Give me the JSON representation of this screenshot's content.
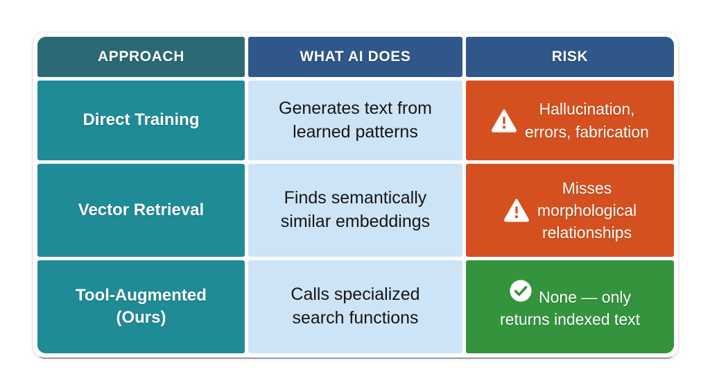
{
  "colors": {
    "header_teal": "#2b6a75",
    "header_blue": "#2f578a",
    "approach_teal": "#1f8b97",
    "action_light_blue": "#cde4f6",
    "risk_red": "#d5501f",
    "risk_green": "#34943d",
    "text_on_dark": "#ffffff",
    "text_on_light": "#151515"
  },
  "table": {
    "headers": [
      {
        "id": "approach",
        "label": "APPROACH"
      },
      {
        "id": "what_ai_does",
        "label": "WHAT AI DOES"
      },
      {
        "id": "risk",
        "label": "RISK"
      }
    ],
    "rows": [
      {
        "approach": "Direct Training",
        "what_ai_does": "Generates text from\nlearned patterns",
        "risk": {
          "status": "warning",
          "icon": "warning-triangle-icon",
          "text": "Hallucination,\nerrors, fabrication"
        }
      },
      {
        "approach": "Vector Retrieval",
        "what_ai_does": "Finds semantically\nsimilar embeddings",
        "risk": {
          "status": "warning",
          "icon": "warning-triangle-icon",
          "text": "Misses\nmorphological\nrelationships"
        }
      },
      {
        "approach": "Tool-Augmented\n(Ours)",
        "what_ai_does": "Calls specialized\nsearch functions",
        "risk": {
          "status": "ok",
          "icon": "check-circle-icon",
          "text": "None — only\nreturns indexed text"
        }
      }
    ]
  }
}
